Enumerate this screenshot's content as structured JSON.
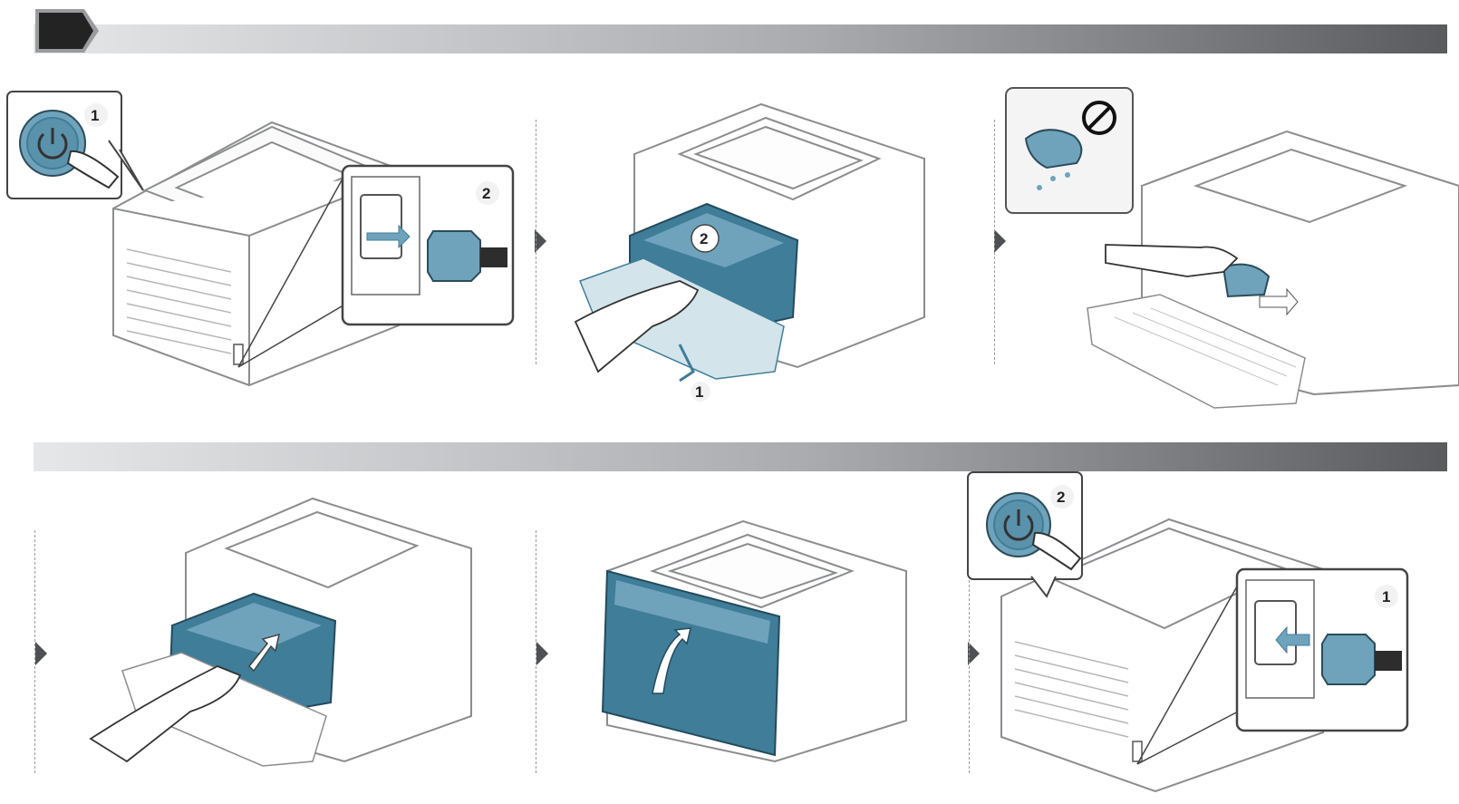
{
  "colors": {
    "accent_blue": "#3f7d98",
    "accent_blue_light": "#6fa3bb",
    "outline": "#8a8c8f",
    "band_start": "#e6e7e9",
    "band_end": "#5a5b5e",
    "marker": "#232323"
  },
  "steps": [
    {
      "id": 1,
      "callouts": [
        "1",
        "2"
      ],
      "content": "power-off-unplug"
    },
    {
      "id": 2,
      "callouts": [
        "1",
        "2"
      ],
      "content": "open-front-cover-remove-cartridge"
    },
    {
      "id": 3,
      "callouts": [],
      "content": "wipe-inside-dry-cloth",
      "icons": [
        "wet-cloth-icon",
        "prohibited-icon"
      ]
    },
    {
      "id": 4,
      "callouts": [],
      "content": "reinsert-cartridge"
    },
    {
      "id": 5,
      "callouts": [],
      "content": "close-front-cover"
    },
    {
      "id": 6,
      "callouts": [
        "1",
        "2"
      ],
      "content": "plug-in-power-on"
    }
  ]
}
